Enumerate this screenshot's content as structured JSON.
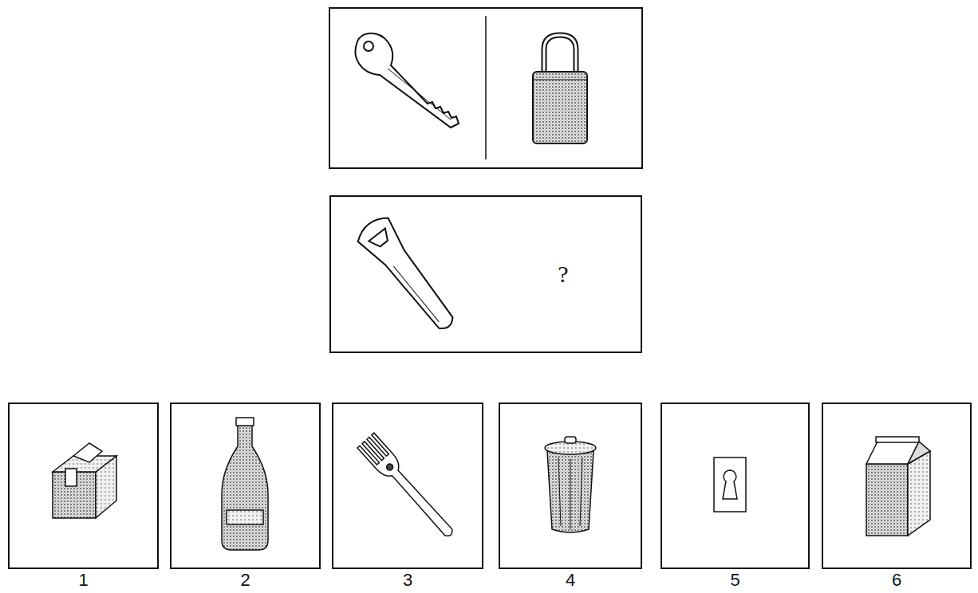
{
  "diagram": {
    "nodes": [
      {
        "text": [
          "?"
        ]
      },
      {
        "text": [
          "1"
        ]
      },
      {
        "text": [
          "2"
        ]
      },
      {
        "text": [
          "3"
        ]
      },
      {
        "text": [
          "4"
        ]
      },
      {
        "text": [
          "5"
        ]
      },
      {
        "text": [
          "6"
        ]
      }
    ]
  }
}
